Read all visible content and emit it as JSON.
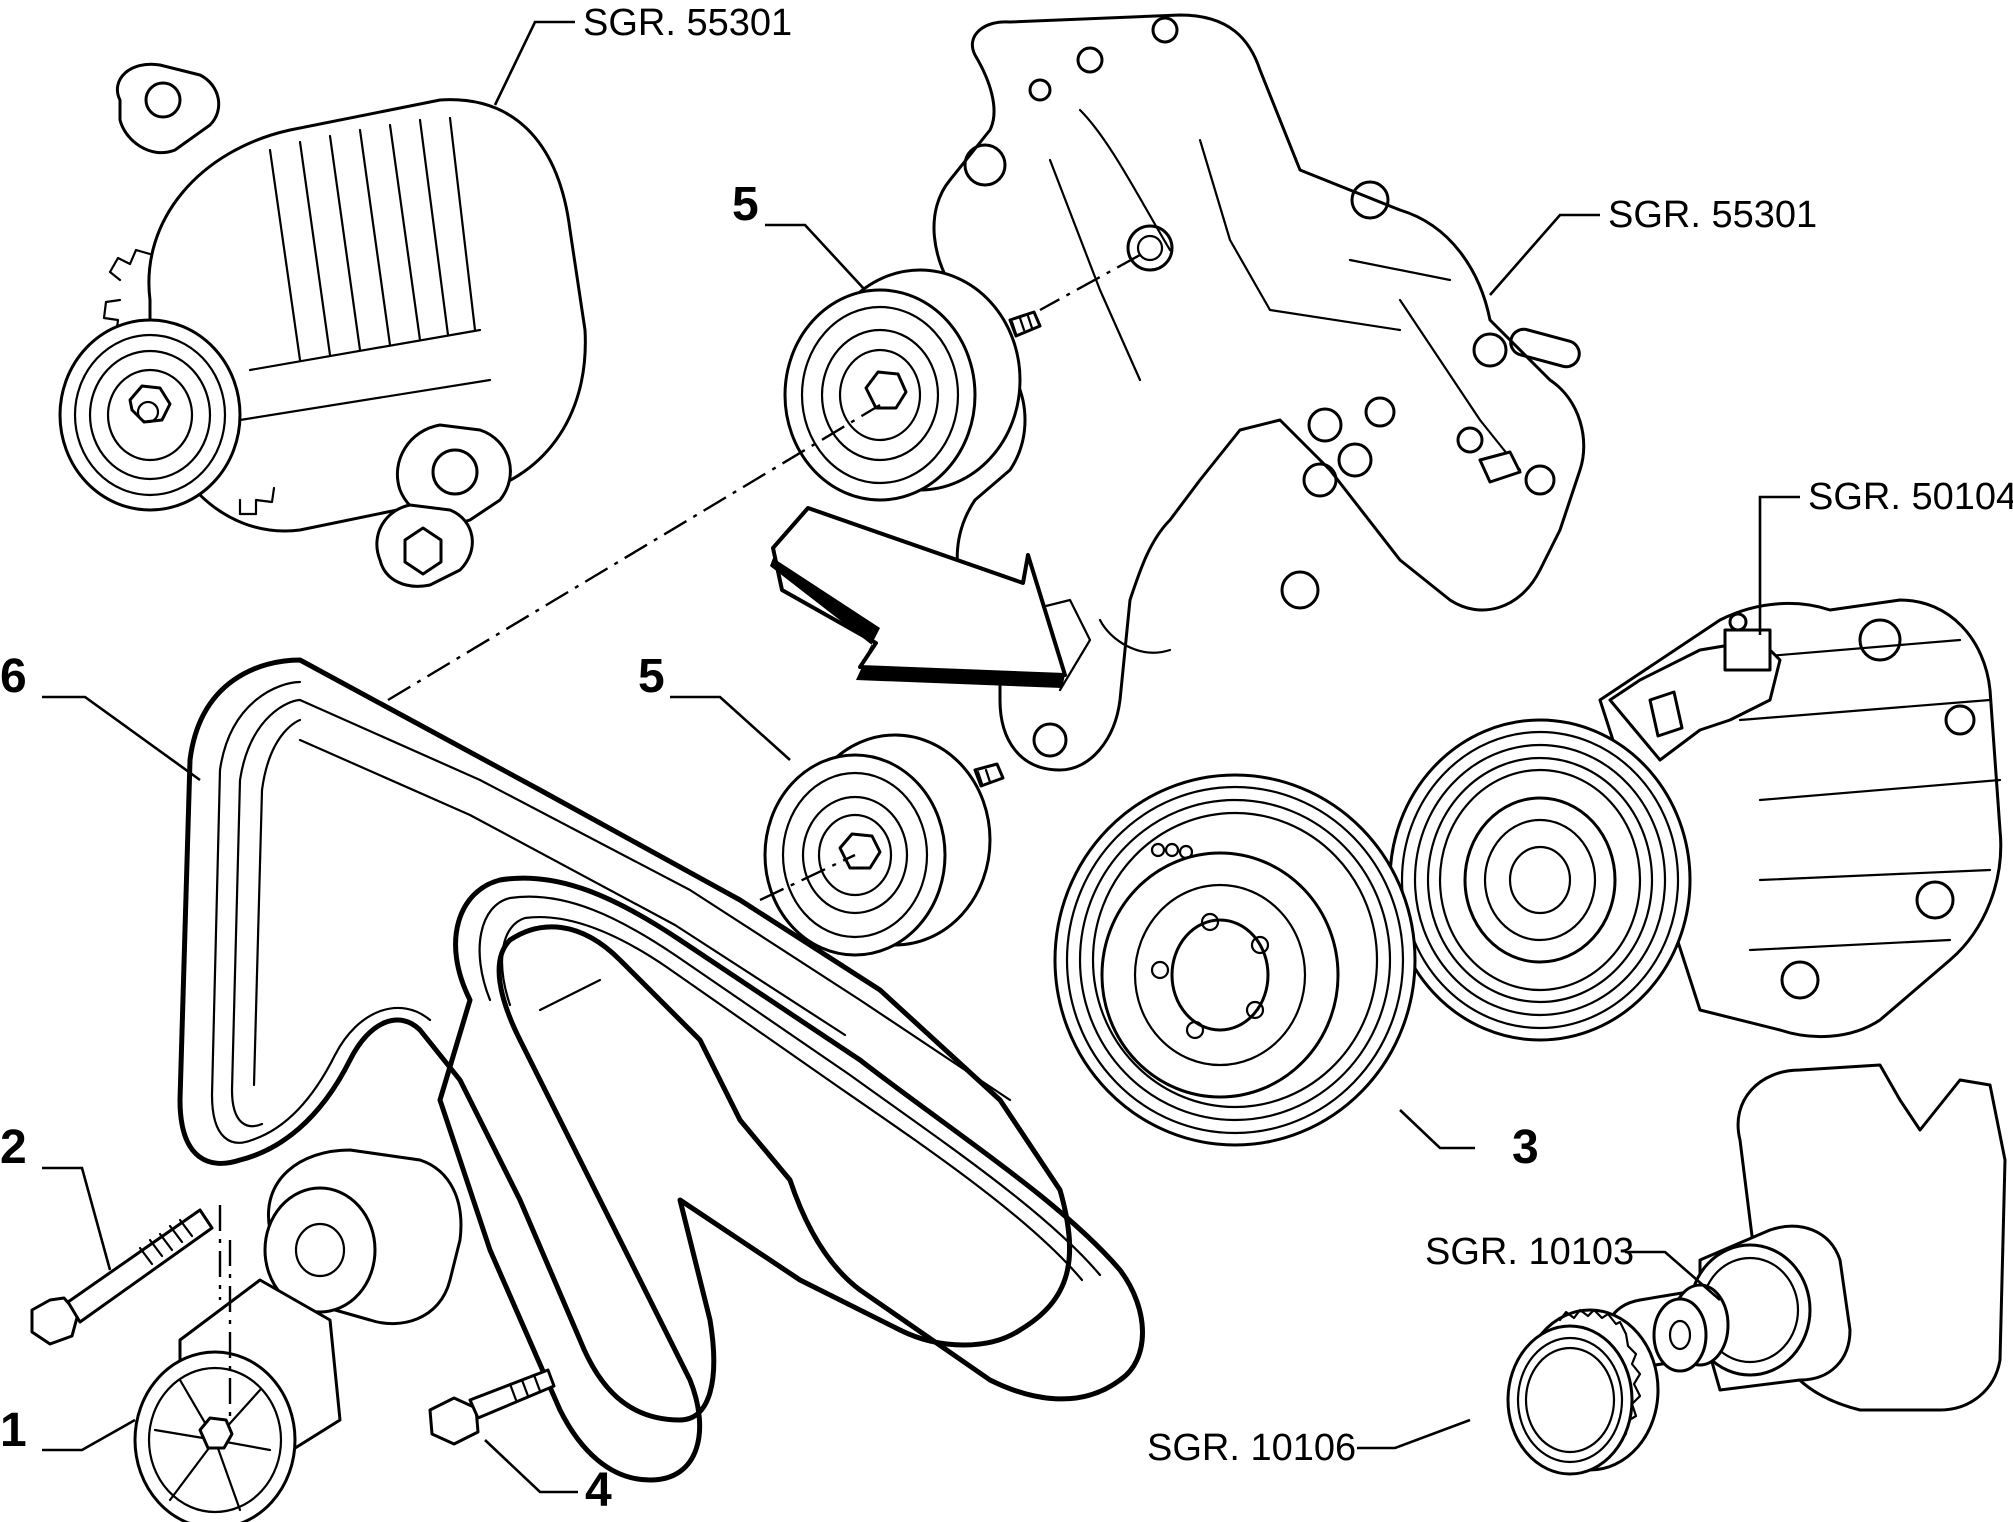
{
  "callouts": {
    "c1": "1",
    "c2": "2",
    "c3": "3",
    "c4": "4",
    "c5a": "5",
    "c5b": "5",
    "c6": "6"
  },
  "references": {
    "alternator": "SGR. 55301",
    "bracket": "SGR. 55301",
    "compressor": "SGR. 50104",
    "crankshaft": "SGR. 10103",
    "sprocket": "SGR. 10106"
  }
}
